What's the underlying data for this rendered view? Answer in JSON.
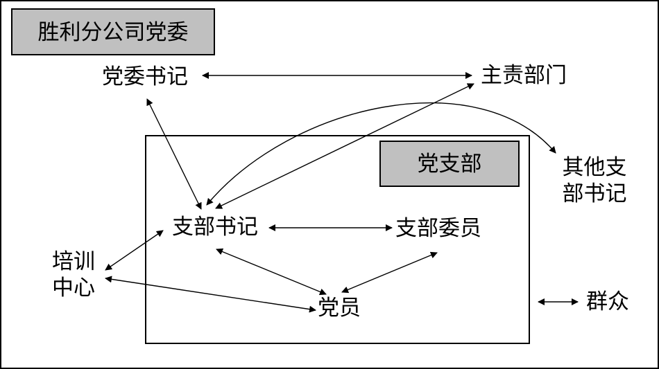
{
  "colors": {
    "title_box_fill": "#c0c0c0",
    "line": "#000000",
    "background": "#ffffff"
  },
  "company": {
    "title": "胜利分公司党委"
  },
  "branch": {
    "title": "党支部"
  },
  "nodes": {
    "party_secretary": "党委书记",
    "responsible_dept": "主责部门",
    "other_secretary_line1": "其他支",
    "other_secretary_line2": "部书记",
    "branch_secretary": "支部书记",
    "branch_committee": "支部委员",
    "training_line1": "培训",
    "training_line2": "中心",
    "party_member": "党员",
    "masses": "群众"
  }
}
